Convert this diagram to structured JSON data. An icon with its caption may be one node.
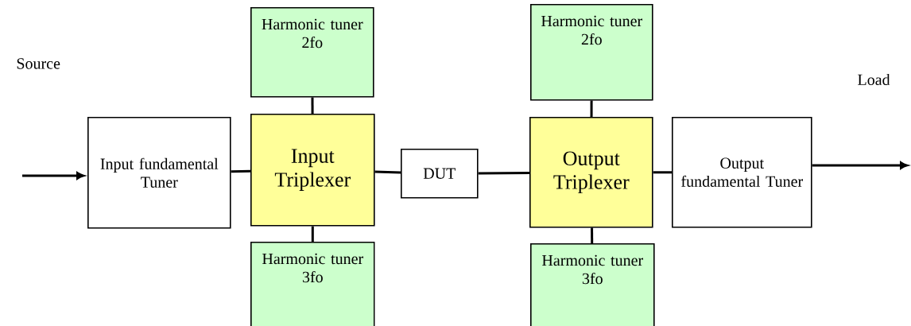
{
  "diagram": {
    "nodes": [
      {
        "text": [
          "Harmonic tuner 2fo"
        ]
      },
      {
        "text": [
          "Harmonic tuner 2fo"
        ]
      },
      {
        "text": [
          "Input fundamental Tuner"
        ]
      },
      {
        "text": [
          "Input Triplexer"
        ]
      },
      {
        "text": [
          "DUT"
        ]
      },
      {
        "text": [
          "Output Triplexer"
        ]
      },
      {
        "text": [
          "Output fundamental Tuner"
        ]
      },
      {
        "text": [
          "Harmonic tuner 3fo"
        ]
      },
      {
        "text": [
          "Harmonic tuner 3fo"
        ]
      }
    ],
    "edges": [
      {
        "from": null,
        "to": 2,
        "arrow": "to"
      },
      {
        "from": 2,
        "to": 3,
        "arrow": "none"
      },
      {
        "from": 3,
        "to": 4,
        "arrow": "none"
      },
      {
        "from": 4,
        "to": 5,
        "arrow": "none"
      },
      {
        "from": 5,
        "to": 6,
        "arrow": "none"
      },
      {
        "from": 6,
        "to": null,
        "arrow": "to"
      },
      {
        "from": 0,
        "to": 3,
        "arrow": "none"
      },
      {
        "from": 3,
        "to": 7,
        "arrow": "none"
      },
      {
        "from": 1,
        "to": 5,
        "arrow": "none"
      },
      {
        "from": 5,
        "to": 8,
        "arrow": "none"
      }
    ],
    "labels": [
      "Source",
      "Load"
    ]
  }
}
